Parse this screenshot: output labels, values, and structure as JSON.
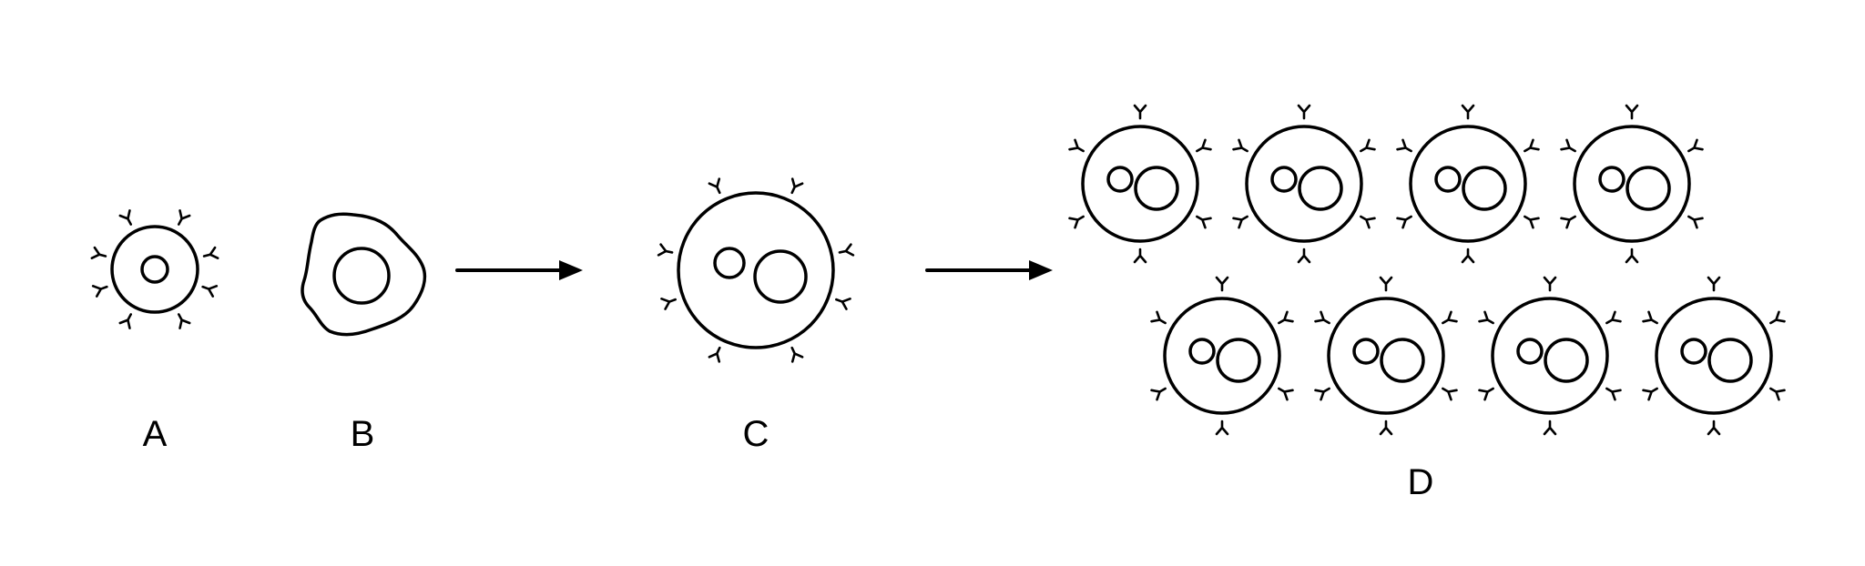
{
  "diagram": {
    "labels": {
      "a": "A",
      "b": "B",
      "c": "C",
      "d": "D"
    },
    "clone_count": 8,
    "colors": {
      "stroke": "#000000",
      "background": "#ffffff"
    }
  }
}
